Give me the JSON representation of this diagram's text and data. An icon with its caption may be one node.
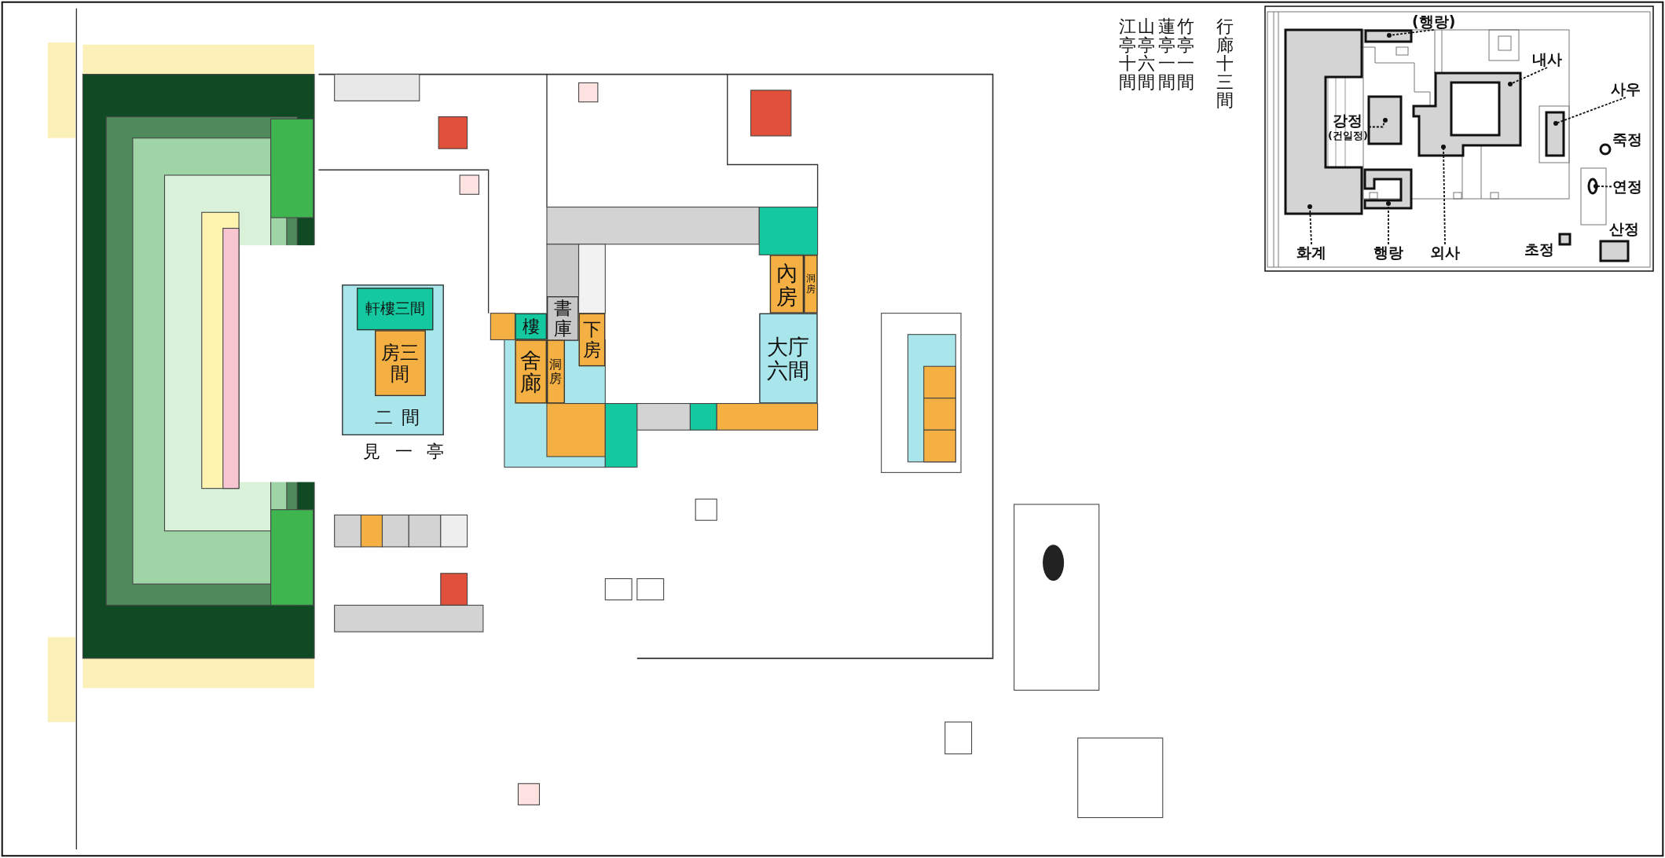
{
  "diagram": {
    "nodes": [
      {
        "text": [
          "二間"
        ],
        "beside": [
          "見一亭"
        ]
      },
      {
        "text": [
          "軒樓三間"
        ],
        "in": 0
      },
      {
        "text": [
          "房三間"
        ],
        "in": 0
      },
      {
        "text": [
          "樓"
        ]
      },
      {
        "text": [
          "書庫"
        ]
      },
      {
        "text": [
          "下房"
        ]
      },
      {
        "text": [
          "舍廊"
        ]
      },
      {
        "text": [
          "洞房"
        ]
      },
      {
        "text": [
          "內房"
        ]
      },
      {
        "text": [
          "洞房"
        ]
      },
      {
        "text": [
          "大庁六間"
        ]
      },
      {
        "text": [
          "(행랑)"
        ]
      },
      {
        "text": [],
        "shape": "box"
      },
      {
        "text": [
          "내사"
        ]
      },
      {
        "text": [],
        "shape": "box"
      },
      {
        "text": [
          "사우"
        ]
      },
      {
        "text": [],
        "shape": "box"
      },
      {
        "text": [
          "강정",
          "(건일정)"
        ]
      },
      {
        "text": [],
        "shape": "box"
      },
      {
        "text": [],
        "shape": "circle",
        "beside": [
          "죽정"
        ]
      },
      {
        "text": [
          "연정"
        ]
      },
      {
        "text": [],
        "shape": "circle"
      },
      {
        "text": [],
        "shape": "box",
        "beside": [
          "초정"
        ]
      },
      {
        "text": [],
        "shape": "box",
        "beside": [
          "산정"
        ]
      },
      {
        "text": [
          "화계"
        ]
      },
      {
        "text": [],
        "shape": "box"
      },
      {
        "text": [
          "행랑"
        ]
      },
      {
        "text": [],
        "shape": "box"
      },
      {
        "text": [
          "외사"
        ]
      }
    ],
    "edges": [
      {
        "from": 11,
        "to": 12,
        "arrow": "other",
        "style": "dashed"
      },
      {
        "from": 13,
        "to": 14,
        "arrow": "other",
        "style": "dashed"
      },
      {
        "from": 15,
        "to": 16,
        "arrow": "other",
        "style": "dashed"
      },
      {
        "from": 17,
        "to": 18,
        "arrow": "other",
        "style": "dashed"
      },
      {
        "from": 20,
        "to": 21,
        "arrow": "other",
        "style": "dashed"
      },
      {
        "from": 24,
        "to": 25,
        "arrow": "other",
        "style": "dashed"
      },
      {
        "from": 26,
        "to": 27,
        "arrow": "other",
        "style": "dashed"
      },
      {
        "from": 28,
        "to": 14,
        "arrow": "other",
        "style": "dashed"
      }
    ],
    "labels": [
      "行廊十三間",
      "竹亭一間",
      "蓮亭一間",
      "山亭六間",
      "江亭十間"
    ]
  }
}
